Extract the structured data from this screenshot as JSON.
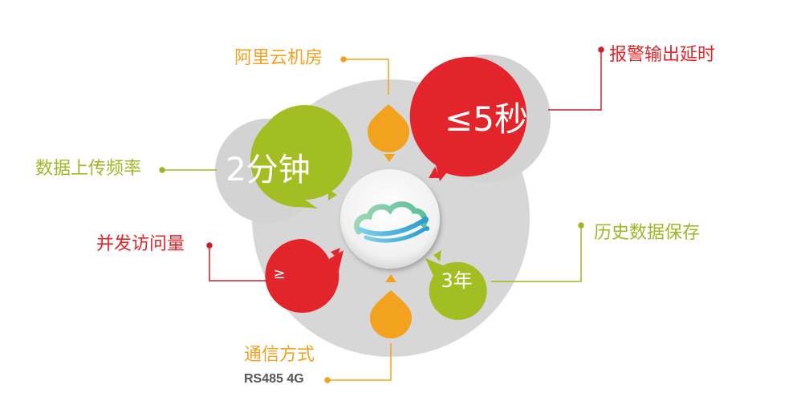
{
  "nodes": {
    "cloud_room": {
      "label": "阿里云机房"
    },
    "alarm_delay": {
      "label": "报警输出延时",
      "value": "≤5秒"
    },
    "upload_freq": {
      "label": "数据上传频率",
      "value": "2分钟"
    },
    "concurrency": {
      "label": "并发访问量",
      "value": "≥"
    },
    "history": {
      "label": "历史数据保存",
      "value": "3年"
    },
    "comm": {
      "label": "通信方式",
      "sub": "RS485  4G"
    }
  },
  "colors": {
    "red": "#e3242b",
    "green": "#a3be22",
    "orange": "#f2a21f",
    "gray_disc": "#d7d7d7",
    "connector_red": "#cc1f26",
    "connector_green": "#9cb825",
    "connector_orange": "#f2a21f"
  },
  "icons": {
    "center": "cloud-logo-icon"
  }
}
